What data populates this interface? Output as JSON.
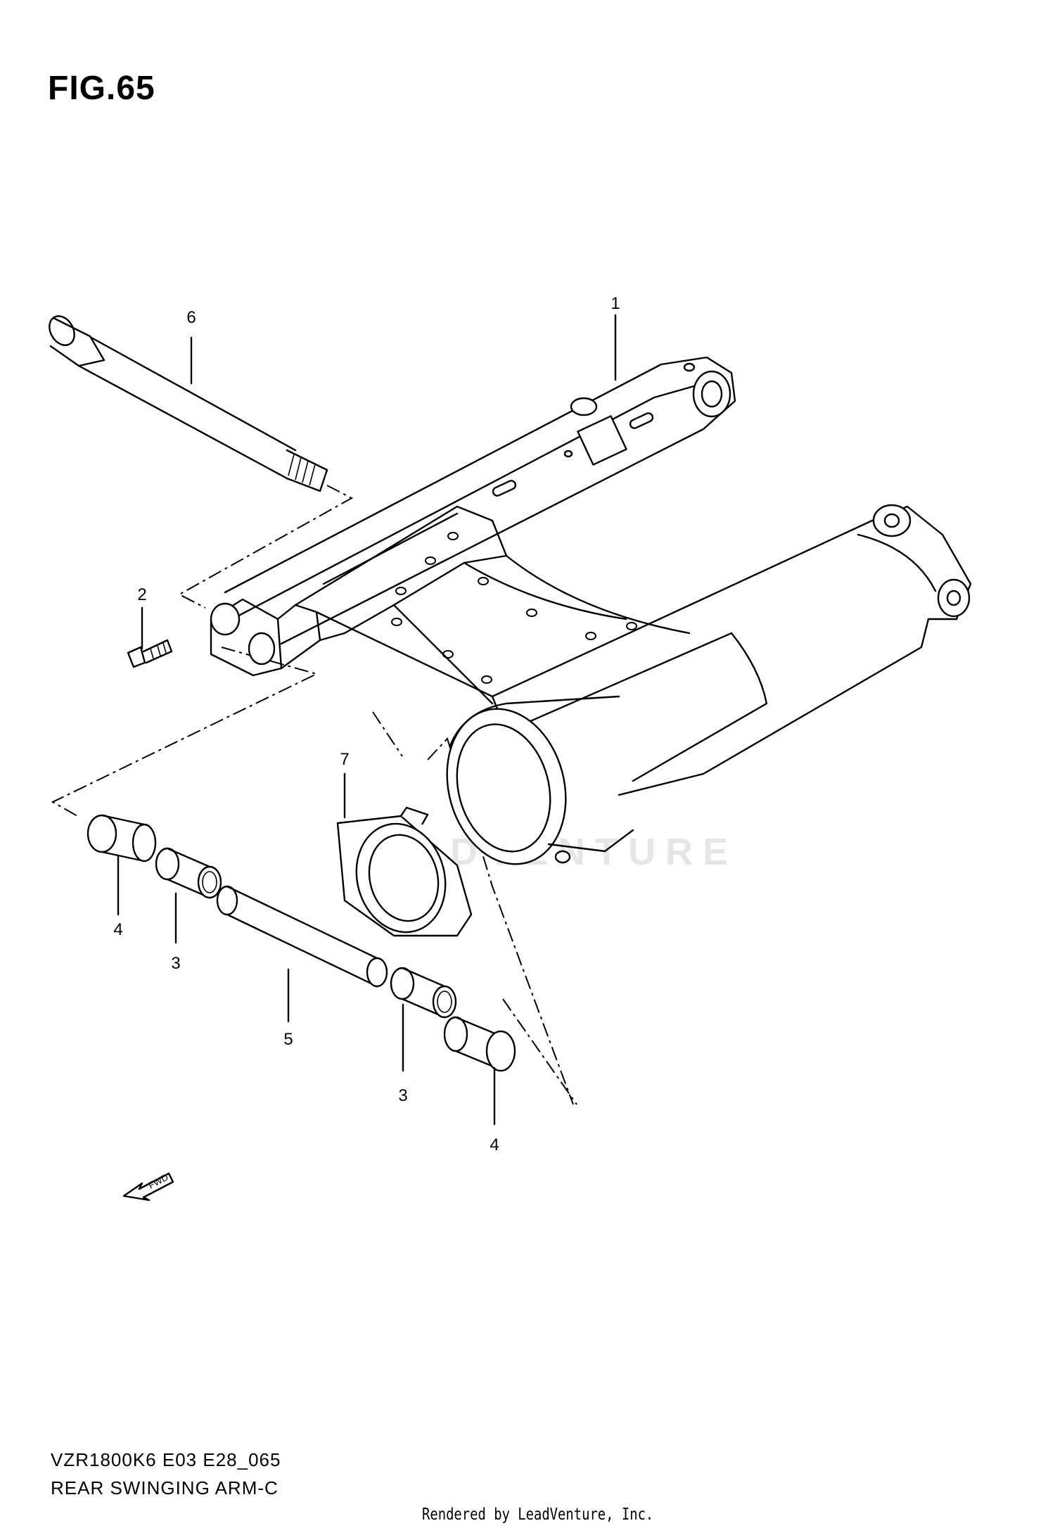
{
  "figure": {
    "title": "FIG.65"
  },
  "callouts": [
    {
      "id": "1",
      "label": "1"
    },
    {
      "id": "2",
      "label": "2"
    },
    {
      "id": "3a",
      "label": "3"
    },
    {
      "id": "3b",
      "label": "3"
    },
    {
      "id": "4a",
      "label": "4"
    },
    {
      "id": "4b",
      "label": "4"
    },
    {
      "id": "5",
      "label": "5"
    },
    {
      "id": "6",
      "label": "6"
    },
    {
      "id": "7",
      "label": "7"
    }
  ],
  "fwd_label": "FWD",
  "watermark": "LEADVENTURE",
  "footer": {
    "code": "VZR1800K6 E03 E28_065",
    "name": "REAR SWINGING ARM-C",
    "rendered_by": "Rendered by LeadVenture, Inc."
  }
}
